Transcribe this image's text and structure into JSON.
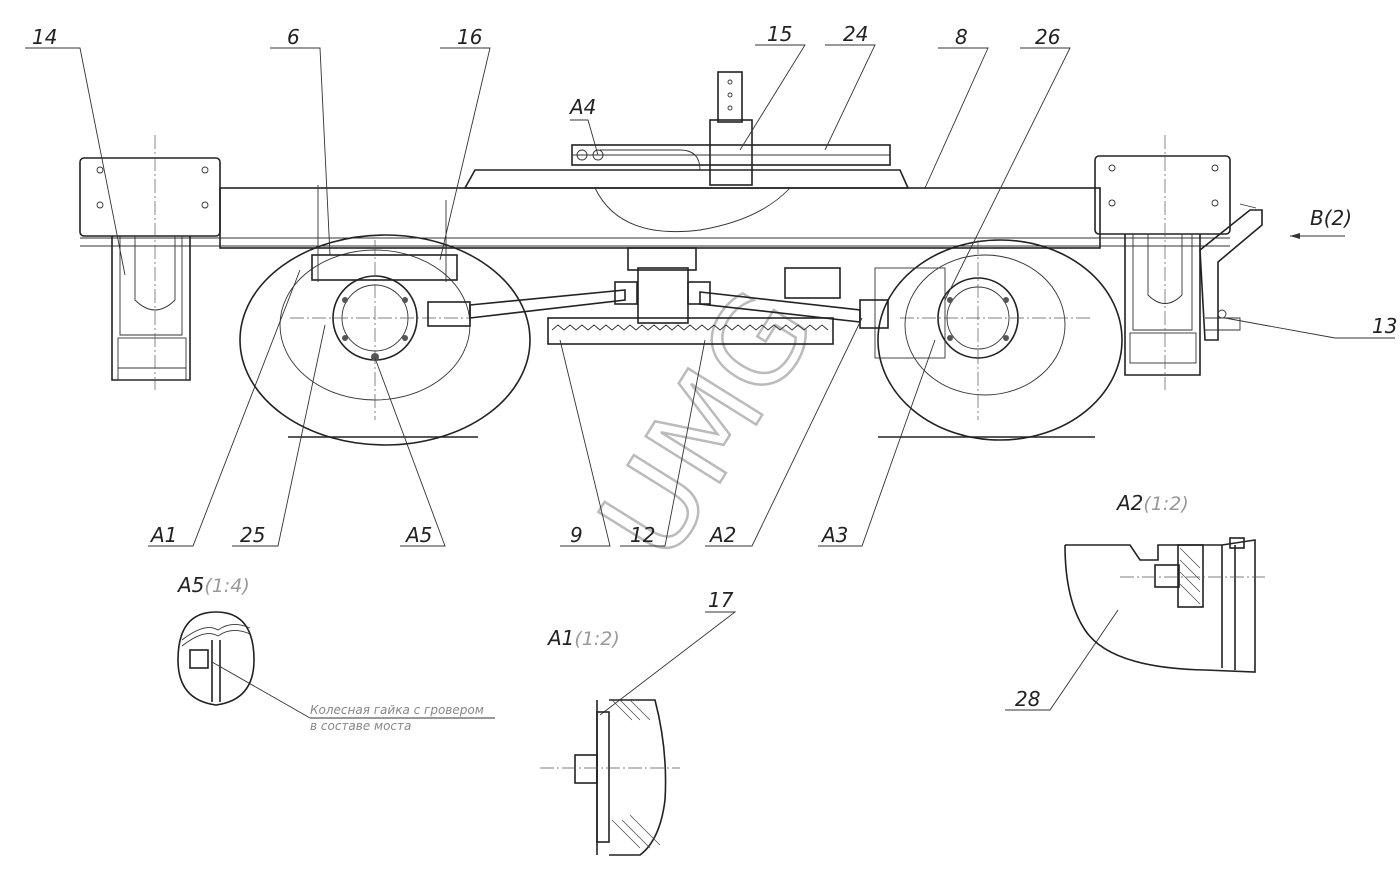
{
  "callouts": {
    "c14": "14",
    "c6": "6",
    "c16": "16",
    "c15": "15",
    "c24": "24",
    "c8": "8",
    "c26": "26",
    "c13": "13",
    "cA1": "A1",
    "c25": "25",
    "cA5": "A5",
    "c9": "9",
    "c12": "12",
    "cA2": "A2",
    "cA3": "A3",
    "cA4": "A4",
    "c17": "17",
    "c28": "28"
  },
  "view_arrow": {
    "label": "B(2)"
  },
  "details": {
    "a5": {
      "name": "A5",
      "scale": "(1:4)"
    },
    "a1": {
      "name": "A1",
      "scale": "(1:2)"
    },
    "a2": {
      "name": "A2",
      "scale": "(1:2)"
    }
  },
  "note": {
    "line1": "Колесная гайка с гровером",
    "line2": "в составе моста"
  },
  "watermark": "UMG"
}
